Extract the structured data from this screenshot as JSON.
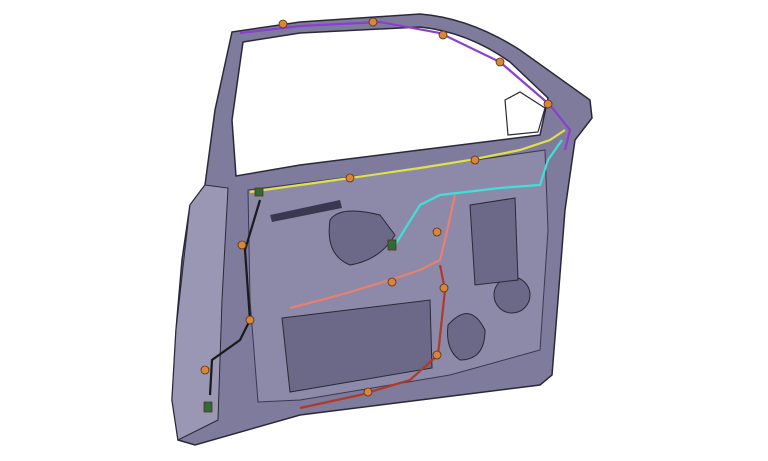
{
  "scene": {
    "background": "#ffffff",
    "door_panel_color": "#7f7b9c",
    "door_panel_light": "#9a97b5",
    "door_panel_dark": "#5d5a78",
    "outline_color": "#2a2838",
    "connector_color": "#d9863a",
    "wires": [
      {
        "id": "purple",
        "color": "#8a3fd0"
      },
      {
        "id": "yellow",
        "color": "#e0e04a"
      },
      {
        "id": "cyan",
        "color": "#3fe0d8"
      },
      {
        "id": "salmon",
        "color": "#e88070"
      },
      {
        "id": "darkred",
        "color": "#b03a2a"
      },
      {
        "id": "black",
        "color": "#1a1a1a"
      }
    ]
  }
}
